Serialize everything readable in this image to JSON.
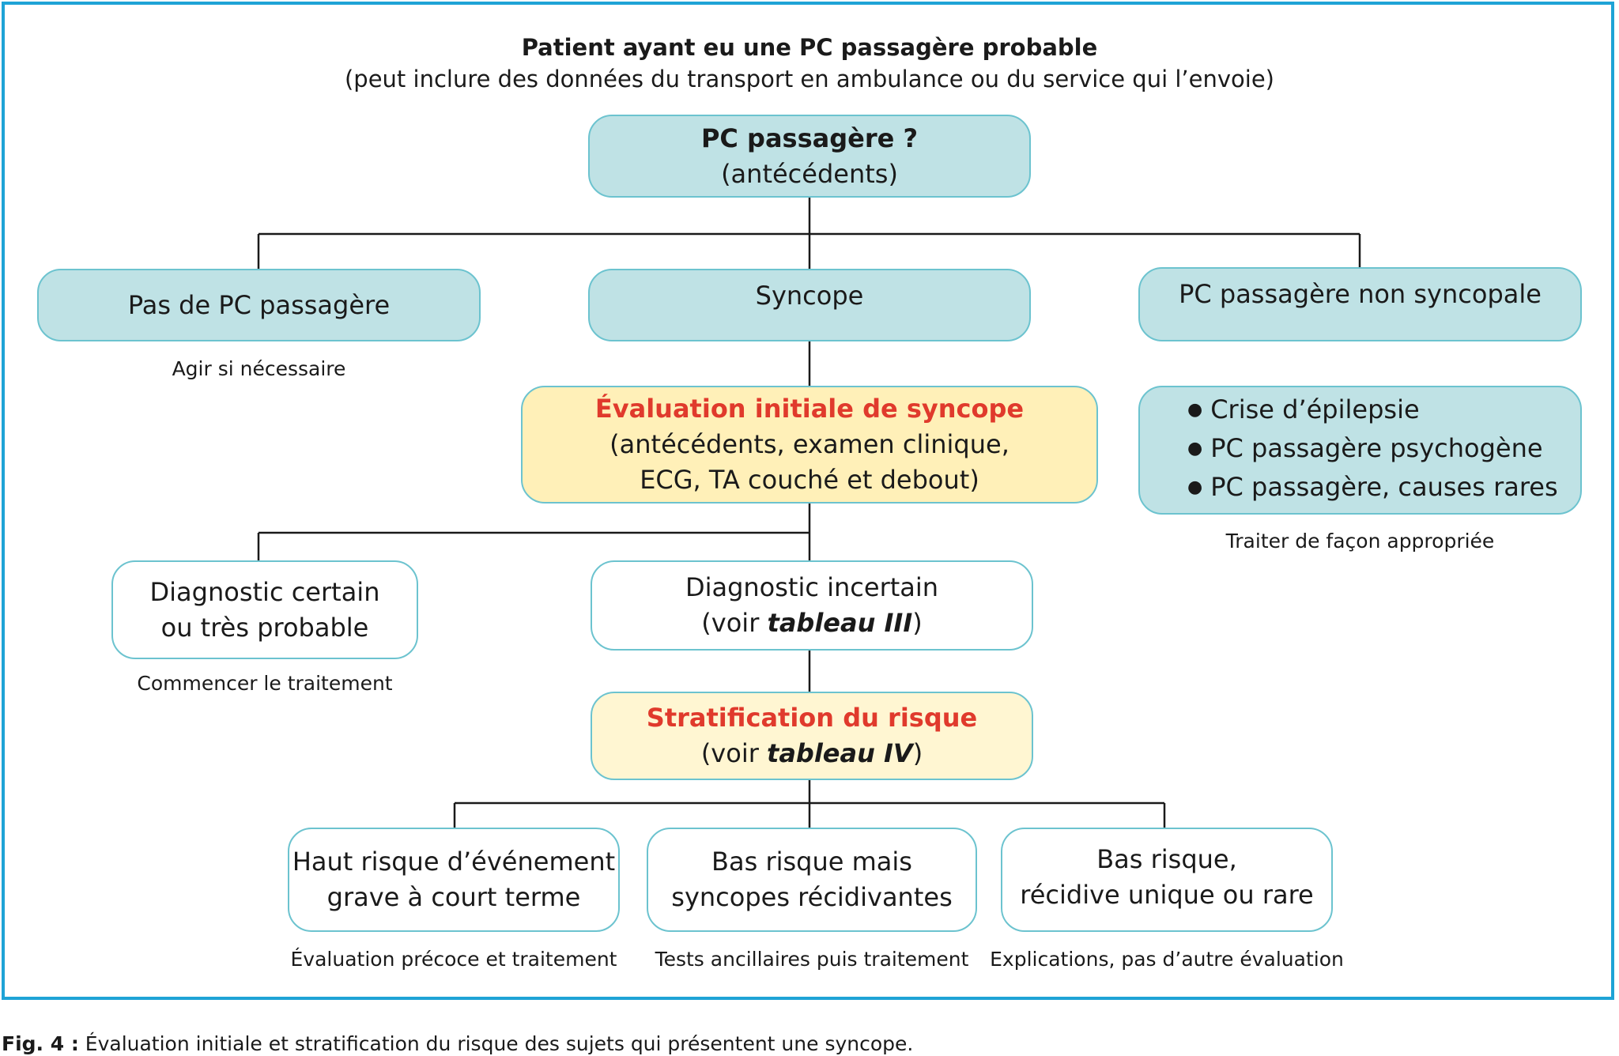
{
  "header": {
    "title": "Patient ayant eu une PC passagère probable",
    "subtitle": "(peut inclure des données du transport en ambulance ou du service qui l’envoie)"
  },
  "nodes": {
    "top": {
      "line1": "PC passagère ?",
      "line2": "(antécédents)"
    },
    "no_pc": {
      "label": "Pas de PC passagère",
      "note": "Agir si nécessaire"
    },
    "syncope": {
      "label": "Syncope"
    },
    "non_syncopal": {
      "label": "PC passagère non syncopale",
      "note": "Traiter de façon appropriée"
    },
    "evaluation": {
      "title": "Évaluation initiale de syncope",
      "line2": "(antécédents, examen clinique,",
      "line3": "ECG, TA couché et debout)"
    },
    "non_syncopal_list": {
      "items": [
        "Crise d’épilepsie",
        "PC passagère psychogène",
        "PC passagère, causes rares"
      ]
    },
    "certain": {
      "line1": "Diagnostic certain",
      "line2": "ou très probable",
      "note": "Commencer le traitement"
    },
    "uncertain": {
      "line1": "Diagnostic incertain",
      "line2_prefix": "(voir ",
      "line2_ref": "tableau III",
      "line2_suffix": ")"
    },
    "risk": {
      "title": "Stratification du risque",
      "line2_prefix": "(voir ",
      "line2_ref": "tableau IV",
      "line2_suffix": ")"
    },
    "high_risk": {
      "line1": "Haut risque d’événement",
      "line2": "grave à court terme",
      "note": "Évaluation précoce et traitement"
    },
    "low_risk_recurrent": {
      "line1": "Bas risque mais",
      "line2": "syncopes récidivantes",
      "note": "Tests ancillaires puis traitement"
    },
    "low_risk_single": {
      "line1": "Bas risque,",
      "line2": "récidive unique ou rare",
      "note": "Explications, pas d’autre évaluation"
    }
  },
  "caption": {
    "label": "Fig. 4 :",
    "text": " Évaluation initiale et stratification du risque des sujets qui présentent une syncope."
  },
  "colors": {
    "frame": "#1ea3d6",
    "teal_box": "#bfe2e5",
    "yellow_box": "#fff0b8",
    "light_yellow_box": "#fff6d2",
    "border": "#6cc3cf",
    "red_title": "#e03a2c"
  }
}
